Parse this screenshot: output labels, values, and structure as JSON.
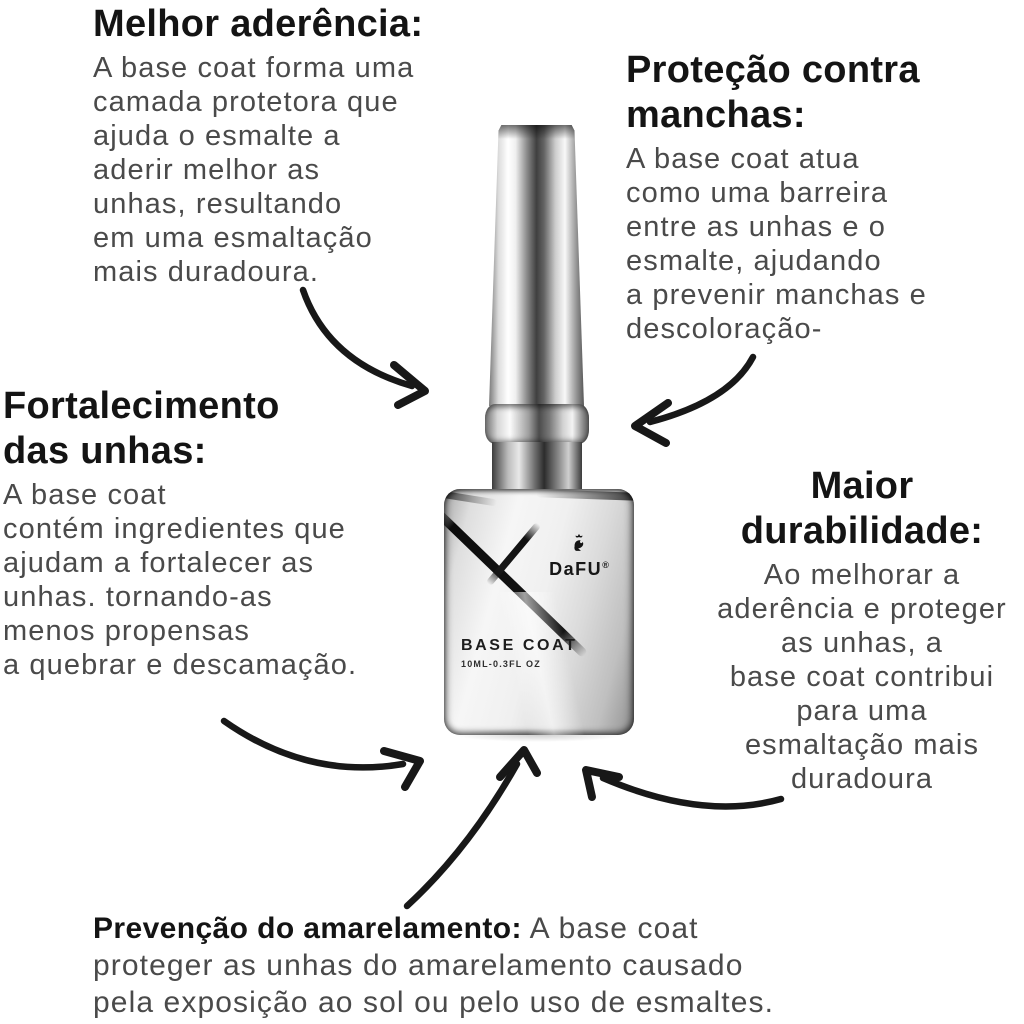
{
  "colors": {
    "background": "#ffffff",
    "heading_text": "#141414",
    "body_text": "#4a4a4a",
    "arrow": "#181818",
    "bottle_chrome": "#c9c9c9"
  },
  "product": {
    "brand": "DaFU",
    "trademark_symbol": "®",
    "label_title": "BASE COAT",
    "label_volume": "10ML-0.3FL OZ"
  },
  "benefits": {
    "top_left": {
      "heading": "Melhor aderência:",
      "body_lines": [
        "A base coat forma uma",
        "camada protetora que",
        "ajuda o esmalte a",
        "aderir melhor as",
        "unhas, resultando",
        "em uma esmaltação",
        "mais duradoura."
      ]
    },
    "top_right": {
      "heading_lines": [
        "Proteção contra",
        "manchas:"
      ],
      "body_lines": [
        "A base coat atua",
        "como uma barreira",
        "entre as unhas e o",
        "esmalte, ajudando",
        "a prevenir manchas e",
        "descoloração-"
      ]
    },
    "middle_left": {
      "heading_lines": [
        "Fortalecimento",
        "das unhas:"
      ],
      "body_lines": [
        "A base coat",
        "contém ingredientes que",
        "ajudam a fortalecer as",
        "unhas. tornando-as",
        "menos propensas",
        "a quebrar e descamação."
      ]
    },
    "middle_right": {
      "heading_lines": [
        "Maior",
        "durabilidade:"
      ],
      "body_lines": [
        "Ao melhorar a",
        "aderência e proteger",
        "as unhas, a",
        "base coat contribui",
        "para uma",
        "esmaltação mais",
        "duradoura"
      ]
    },
    "bottom": {
      "heading": "Prevenção do amarelamento:",
      "body_lines": [
        " A base coat",
        "proteger as unhas do amarelamento causado",
        "pela exposição ao sol ou pelo uso de esmaltes."
      ]
    }
  }
}
